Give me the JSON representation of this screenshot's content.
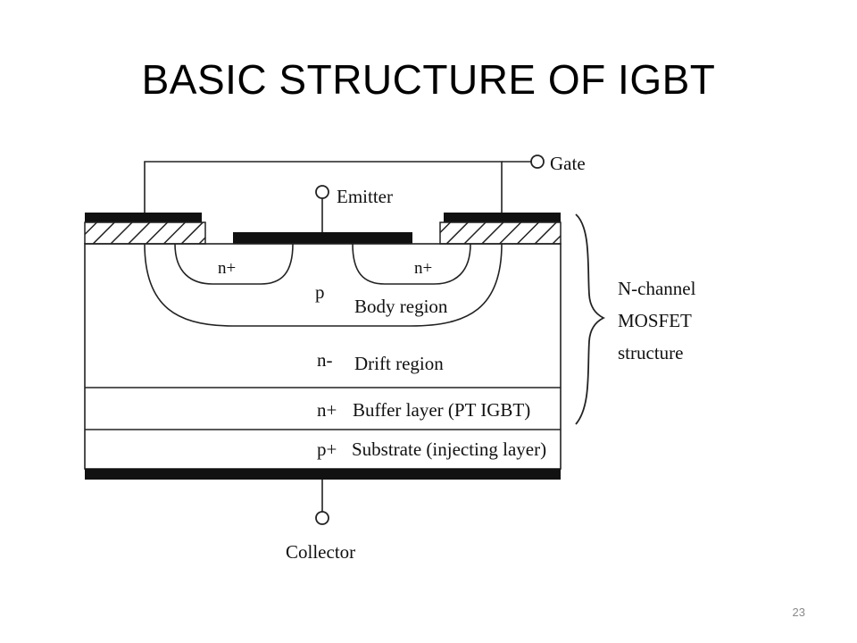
{
  "slide": {
    "title": "BASIC STRUCTURE OF IGBT",
    "page_number": "23"
  },
  "diagram": {
    "terminals": {
      "gate": "Gate",
      "emitter": "Emitter",
      "collector": "Collector"
    },
    "regions": {
      "n_plus_left": "n+",
      "n_plus_right": "n+",
      "p_body_symbol": "p",
      "body_region": "Body region",
      "n_minus_symbol": "n-",
      "drift_region": "Drift region",
      "n_plus_buffer_symbol": "n+",
      "buffer_layer": "Buffer layer (PT IGBT)",
      "p_plus_symbol": "p+",
      "substrate": "Substrate (injecting layer)"
    },
    "brace_label": [
      "N-channel",
      "MOSFET",
      "structure"
    ]
  }
}
